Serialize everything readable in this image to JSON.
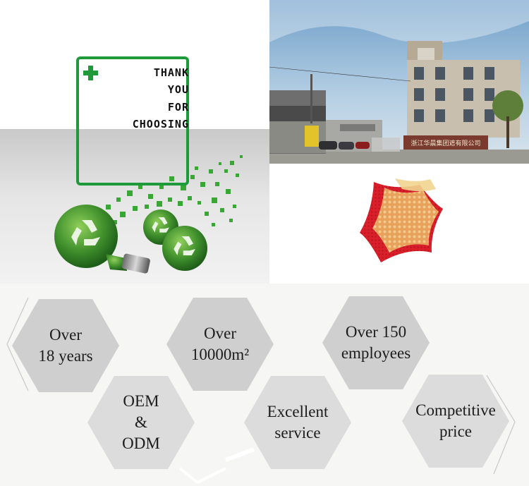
{
  "banner": {
    "thank_lines": [
      "THANK",
      "YOU",
      "FOR",
      "CHOOSING"
    ],
    "accent_color": "#1f9a3b",
    "icons": [
      "plus-icon",
      "recycle-icon"
    ]
  },
  "factory": {
    "sign_text": "浙江华晨集团遮有限公司"
  },
  "colors": {
    "hex_fill": "#cfcfcf",
    "section_bg": "#f6f6f4",
    "logo_red": "#d81f2a",
    "logo_gold": "#e8a15a"
  },
  "features": [
    {
      "id": "years",
      "text": "Over\n18 years"
    },
    {
      "id": "area",
      "text": "Over\n10000m²"
    },
    {
      "id": "employees",
      "text": "Over 150\nemployees"
    },
    {
      "id": "oem",
      "text": "OEM\n&\nODM"
    },
    {
      "id": "service",
      "text": "Excellent\nservice"
    },
    {
      "id": "price",
      "text": "Competitive\nprice"
    }
  ]
}
